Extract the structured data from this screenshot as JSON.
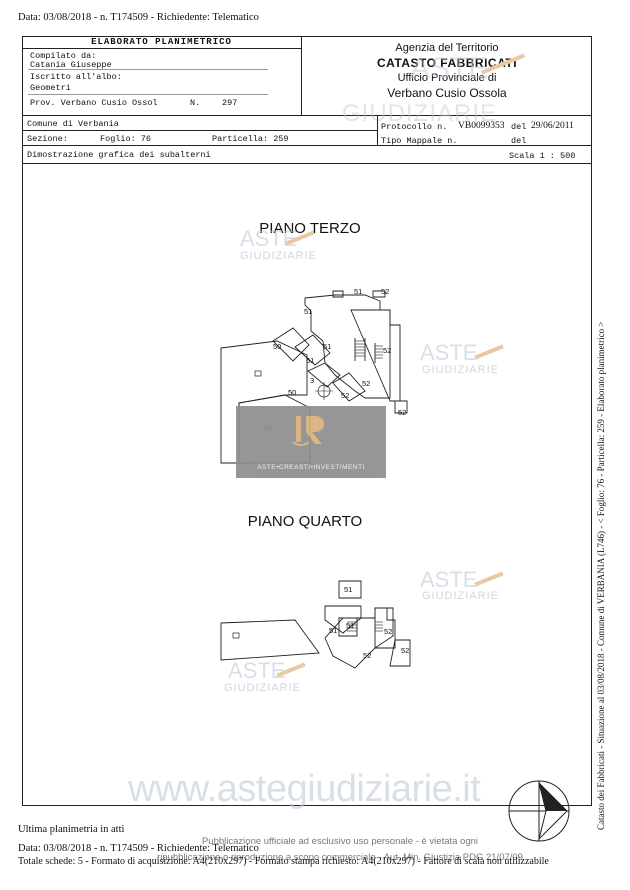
{
  "top_line": "Data: 03/08/2018 - n. T174509 - Richiedente: Telematico",
  "header": {
    "title": "ELABORATO PLANIMETRICO",
    "compiled_label": "Compilato da:",
    "compiled_name": "Catania Giuseppe",
    "registered_label": "Iscritto all'albo:",
    "registered_value": "Geometri",
    "prov_label": "Prov. Verbano Cusio Ossol",
    "prov_n_label": "N.",
    "prov_n_value": "297",
    "agency": "Agenzia del Territorio",
    "catasto": "CATASTO FABBRICATI",
    "office": "Ufficio Provinciale di",
    "province": "Verbano Cusio Ossola"
  },
  "row2": {
    "comune": "Comune di Verbania",
    "sezione_label": "Sezione:",
    "foglio": "Foglio: 76",
    "particella": "Particella: 259",
    "protocollo_label": "Protocollo n.",
    "protocollo_value": "VB0099353",
    "del_label": "del",
    "del_value": "29/06/2011",
    "tipo_label": "Tipo Mappale n.",
    "tipo_del": "del"
  },
  "row3": {
    "title": "Dimostrazione grafica dei subalterni",
    "scale": "Scala 1 : 500"
  },
  "plans": {
    "terzo": {
      "title": "PIANO TERZO",
      "labels": [
        "51",
        "52",
        "51",
        "50",
        "51",
        "52",
        "3",
        "50",
        "52",
        "52",
        "50",
        "52"
      ]
    },
    "quarto": {
      "title": "PIANO QUARTO",
      "labels": [
        "51",
        "51",
        "51",
        "52",
        "52",
        "52"
      ]
    }
  },
  "watermark": {
    "aste": "ASTE",
    "giudiziarie": "GIUDIZIARIE",
    "site": "www.astegiudiziarie.it",
    "logo_text": "ASTE•CREASTI•INVESTIMENTI"
  },
  "sidebar": "Catasto dei Fabbricati - Situazione al 03/08/2018 - Comune di VERBANIA (L746) - < Foglio: 76 - Particella: 259 - Elaborato planimetrico >",
  "footer": {
    "last": "Ultima planimetria in atti",
    "line1": "Data: 03/08/2018 - n. T174509 - Richiedente: Telematico",
    "line2": "Totale schede: 5 - Formato di acquisizione: A4(210x297) - Formato stampa richiesto: A4(210x297) - Fattore di scala non utilizzabile",
    "pub1": "Pubblicazione ufficiale ad esclusivo uso personale - è vietata ogni",
    "pub2": "ripubblicazione o riproduzione a scopo commerciale - Aut. Min. Giustizia PDG 21/07/09"
  }
}
